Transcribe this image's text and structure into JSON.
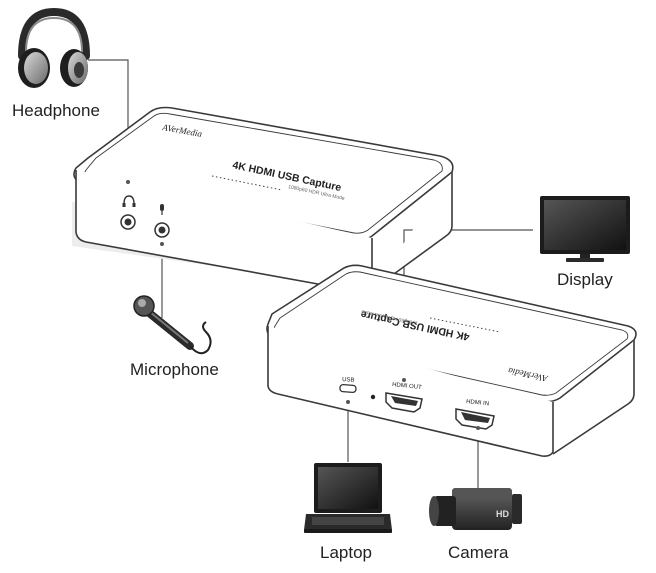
{
  "labels": {
    "headphone": "Headphone",
    "microphone": "Microphone",
    "display": "Display",
    "laptop": "Laptop",
    "camera": "Camera"
  },
  "device": {
    "brand": "AVerMedia",
    "title": "4K HDMI USB Capture",
    "subtitle": "1080p60 HDR Ultra Mode",
    "ports": {
      "usb": "USB",
      "hdmi_out": "HDMI OUT",
      "hdmi_in": "HDMI IN"
    }
  },
  "camera_badge": "HD",
  "colors": {
    "outline": "#3a3a3a",
    "connector_line": "#555555",
    "body_fill": "#ffffff",
    "shadow_fill": "#ebebeb"
  }
}
